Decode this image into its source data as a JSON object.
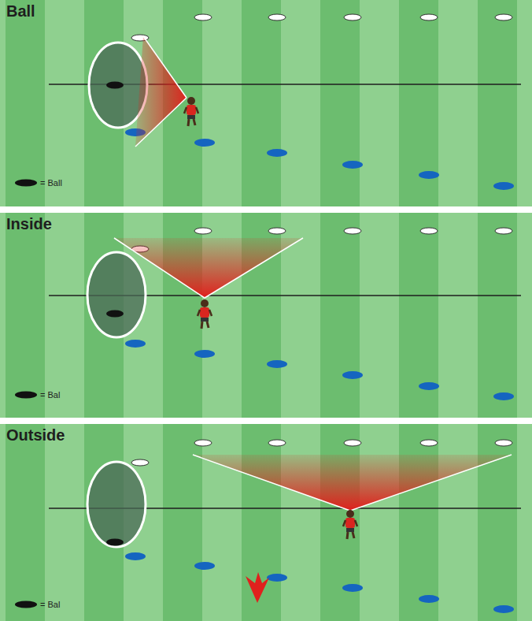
{
  "diagram": {
    "labels": [
      "Ball",
      "Inside",
      "Outside"
    ],
    "legend": [
      {
        "text": "= Ball"
      },
      {
        "text": "= Bal"
      },
      {
        "text": "= Bal"
      }
    ]
  }
}
